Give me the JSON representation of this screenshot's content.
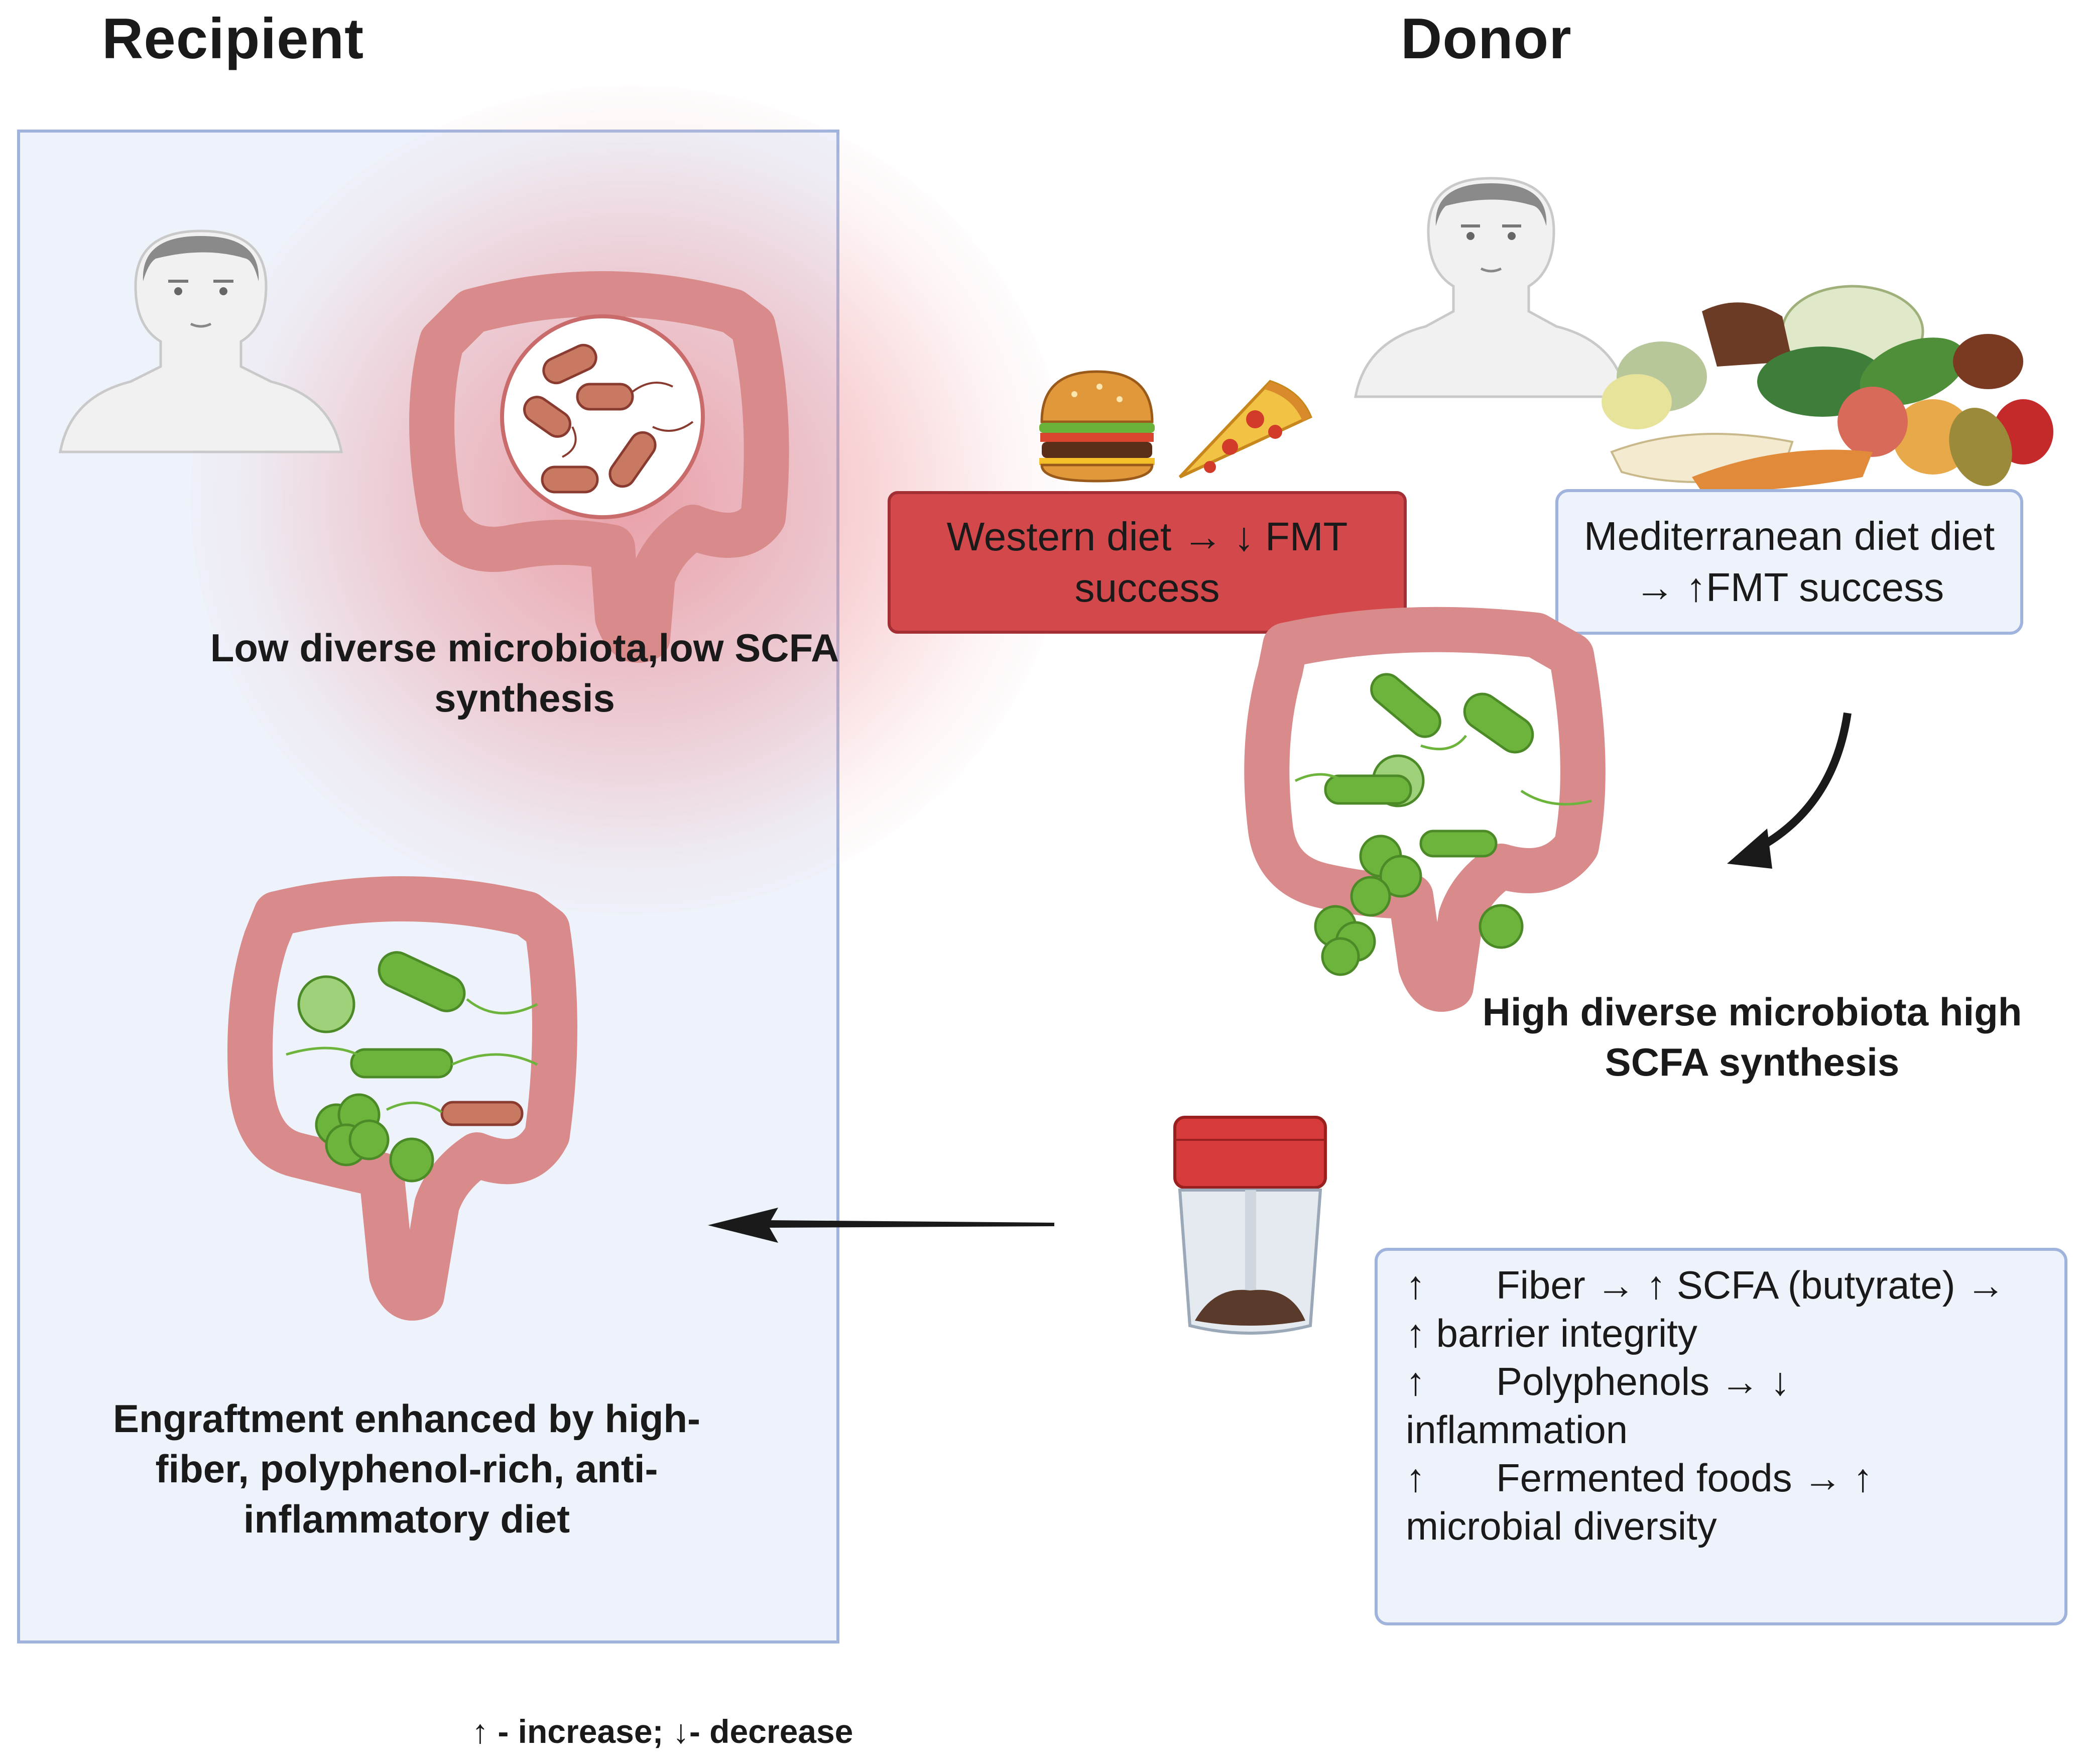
{
  "headers": {
    "recipient": "Recipient",
    "donor": "Donor"
  },
  "recipient_panel": {
    "top_label": "Low diverse microbiota,low  SCFA synthesis",
    "top_label_line1": "Low diverse microbiota,low  SCFA",
    "top_label_line2": "synthesis",
    "bottom_label_line1": "Engraftment enhanced by high-",
    "bottom_label_line2": "fiber, polyphenol-rich, anti-",
    "bottom_label_line3": "inflammatory diet"
  },
  "western_box": {
    "line1": "Western diet → ↓ FMT",
    "line2": "success"
  },
  "mediterranean_box": {
    "line1": "Mediterranean diet  diet",
    "line2": "→  ↑FMT success"
  },
  "donor_label": {
    "line1": "High  diverse microbiota high",
    "line2": "SCFA synthesis"
  },
  "effects_box": {
    "line1_arrow": "↑",
    "line1_text": "Fiber → ↑ SCFA (butyrate) →",
    "line2": "↑ barrier integrity",
    "line3_arrow": "↑",
    "line3_text": "Polyphenols → ↓",
    "line4": "inflammation",
    "line5_arrow": "↑",
    "line5_text": "Fermented foods → ↑",
    "line6": "microbial diversity"
  },
  "legend": "↑ - increase; ↓- decrease",
  "colors": {
    "panel_fill": "#edf2fb",
    "panel_border": "#9fb3dd",
    "western_fill": "#d2484b",
    "colon": "#d98a8a",
    "bacteria_green": "#6cb43c",
    "bad_bacteria": "#c97862"
  },
  "icons": [
    "recipient-person-icon",
    "donor-person-icon",
    "burger-icon",
    "pizza-icon",
    "mediterranean-food-icon",
    "colon-icon",
    "bacteria-icon",
    "stool-sample-jar-icon",
    "curved-arrow-icon",
    "left-arrow-icon"
  ]
}
